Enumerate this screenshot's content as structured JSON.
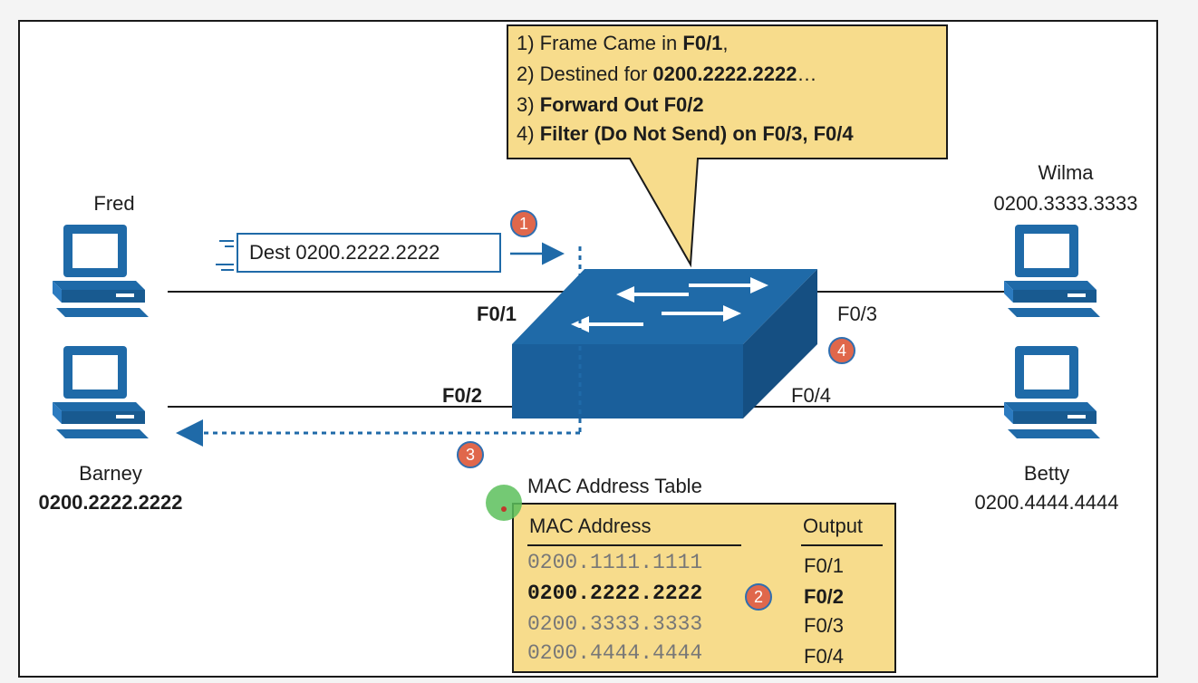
{
  "callout": {
    "line1_prefix": "1) Frame Came in ",
    "line1_bold": "F0/1",
    "line1_suffix": ",",
    "line2_prefix": "2) Destined for ",
    "line2_bold": "0200.2222.2222",
    "line2_suffix": "…",
    "line3_prefix": "3) ",
    "line3_bold": "Forward Out F0/2",
    "line4_prefix": "4) ",
    "line4_bold": "Filter (Do Not Send) on F0/3, F0/4"
  },
  "hosts": {
    "fred": {
      "name": "Fred"
    },
    "barney": {
      "name": "Barney",
      "mac": "0200.2222.2222"
    },
    "wilma": {
      "name": "Wilma",
      "mac": "0200.3333.3333"
    },
    "betty": {
      "name": "Betty",
      "mac": "0200.4444.4444"
    }
  },
  "frame_label": "Dest 0200.2222.2222",
  "ports": {
    "f01": "F0/1",
    "f02": "F0/2",
    "f03": "F0/3",
    "f04": "F0/4"
  },
  "steps": [
    "1",
    "2",
    "3",
    "4"
  ],
  "mac_table": {
    "title": "MAC Address Table",
    "col_mac": "MAC Address",
    "col_output": "Output",
    "rows": [
      {
        "mac": "0200.1111.1111",
        "port": "F0/1"
      },
      {
        "mac": "0200.2222.2222",
        "port": "F0/2"
      },
      {
        "mac": "0200.3333.3333",
        "port": "F0/3"
      },
      {
        "mac": "0200.4444.4444",
        "port": "F0/4"
      }
    ]
  },
  "colors": {
    "switch_blue": "#1f6aa8",
    "callout_fill": "#f7dc8c",
    "step_badge": "#e0674b",
    "cursor_green": "#5cbf5c"
  }
}
